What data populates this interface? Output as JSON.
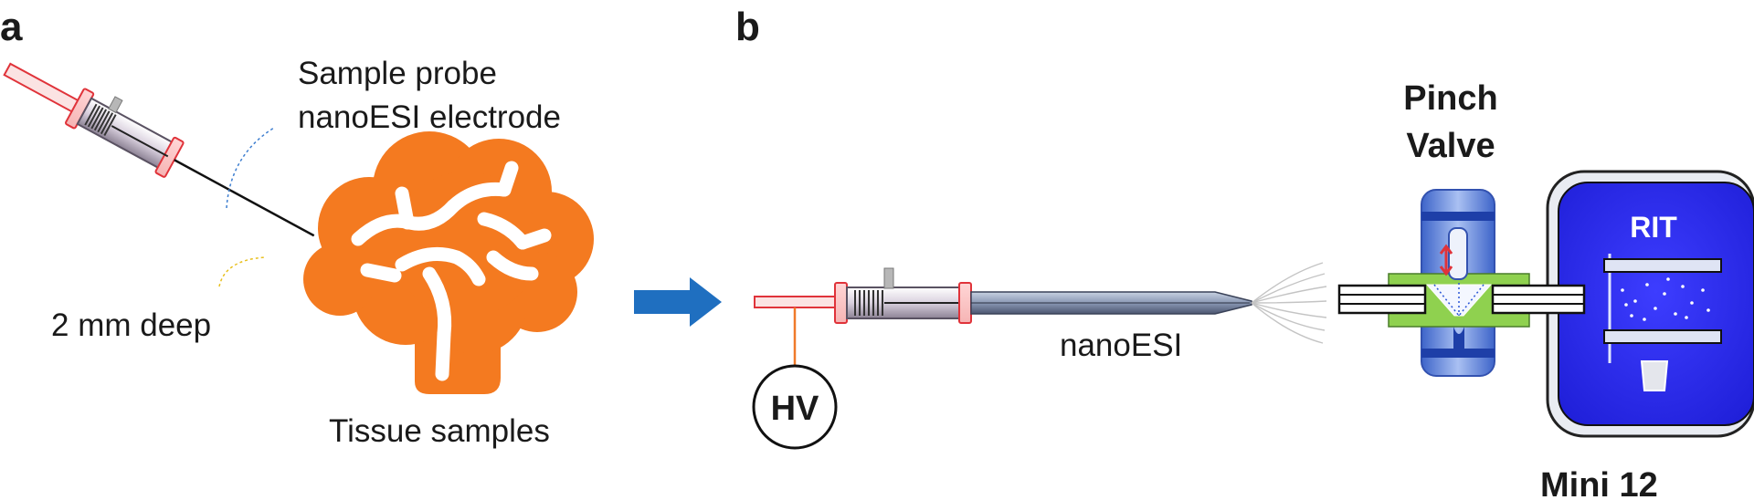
{
  "panels": {
    "a": {
      "letter": "a",
      "probe_label_line1": "Sample probe",
      "probe_label_line2": "nanoESI electrode",
      "depth_label": "2 mm deep",
      "tissue_label": "Tissue samples"
    },
    "b": {
      "letter": "b",
      "hv_label": "HV",
      "nanoesi_label": "nanoESI",
      "pinch_label_line1": "Pinch",
      "pinch_label_line2": "Valve",
      "rit_label": "RIT",
      "instrument_label": "Mini 12"
    }
  },
  "colors": {
    "brain": "#f47a20",
    "arrow": "#1f6fc0",
    "instrument": "#2a2af5",
    "valve": "#5a82e0",
    "green_plate": "#8fd14f",
    "syringe_red": "#e0333a",
    "connector": "#f07a2a"
  }
}
